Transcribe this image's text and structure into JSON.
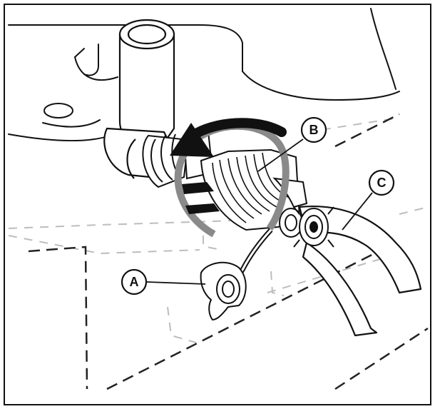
{
  "callouts": {
    "a": {
      "label": "A"
    },
    "b": {
      "label": "B"
    },
    "c": {
      "label": "C"
    }
  },
  "colors": {
    "line": "#111111",
    "arrow": "#111111",
    "arrow_shadow": "#8a8a8a",
    "dashed": "#bdbdbd",
    "background": "#ffffff"
  }
}
